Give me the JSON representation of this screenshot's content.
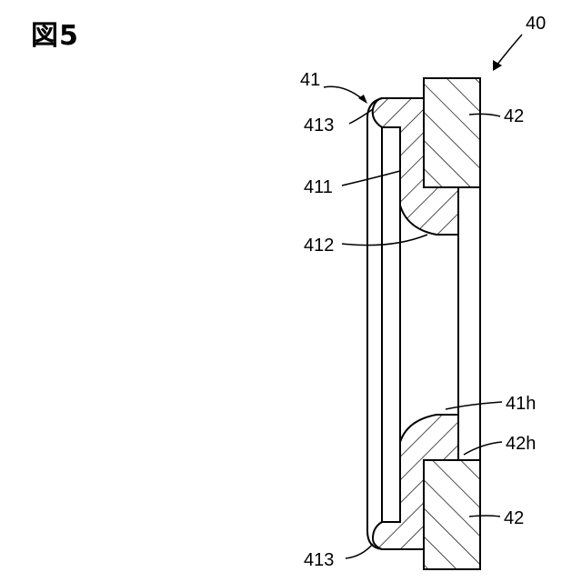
{
  "figure": {
    "title": "図5"
  },
  "labels": {
    "assembly": "40",
    "part_41": "41",
    "part_42_top": "42",
    "part_42_bottom": "42",
    "part_413_top": "413",
    "part_411": "411",
    "part_412": "412",
    "part_41h": "41h",
    "part_42h": "42h",
    "part_413_bottom": "413"
  }
}
